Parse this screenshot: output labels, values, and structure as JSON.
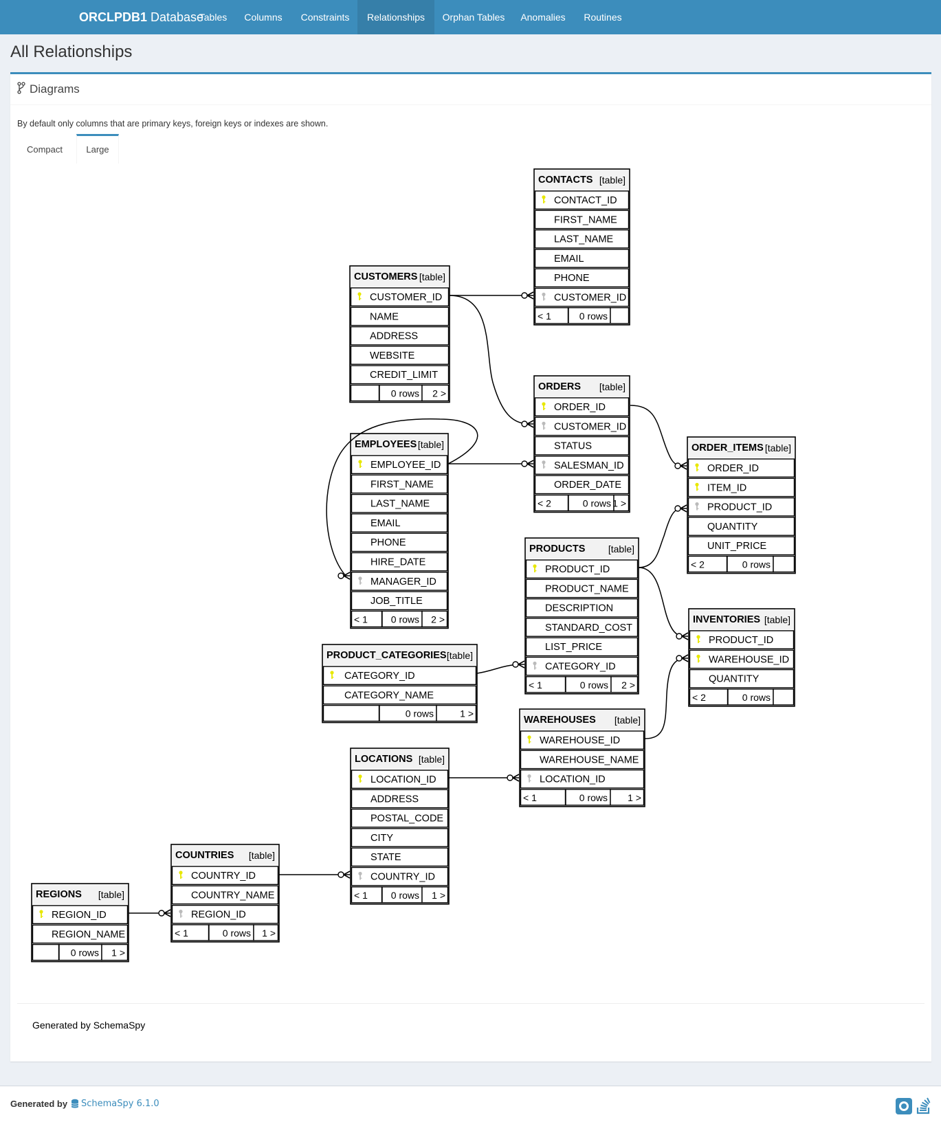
{
  "navbar": {
    "brand_bold": "ORCLPDB1",
    "brand_rest": " Database",
    "items": [
      {
        "label": "Tables"
      },
      {
        "label": "Columns"
      },
      {
        "label": "Constraints"
      },
      {
        "label": "Relationships",
        "active": true
      },
      {
        "label": "Orphan Tables"
      },
      {
        "label": "Anomalies"
      },
      {
        "label": "Routines"
      }
    ]
  },
  "page": {
    "title": "All Relationships"
  },
  "box": {
    "title": "Diagrams",
    "note": "By default only columns that are primary keys, foreign keys or indexes are shown.",
    "tabs": [
      {
        "label": "Compact"
      },
      {
        "label": "Large",
        "active": true
      }
    ]
  },
  "diagram": {
    "table_tag": "[table]",
    "generated_by": "Generated by SchemaSpy",
    "tables": [
      {
        "name": "CONTACTS",
        "columns": [
          {
            "name": "CONTACT_ID",
            "key": "pk"
          },
          {
            "name": "FIRST_NAME"
          },
          {
            "name": "LAST_NAME"
          },
          {
            "name": "EMAIL"
          },
          {
            "name": "PHONE"
          },
          {
            "name": "CUSTOMER_ID",
            "key": "fk"
          }
        ],
        "footer": [
          "< 1",
          "0 rows",
          ""
        ]
      },
      {
        "name": "CUSTOMERS",
        "columns": [
          {
            "name": "CUSTOMER_ID",
            "key": "pk"
          },
          {
            "name": "NAME"
          },
          {
            "name": "ADDRESS"
          },
          {
            "name": "WEBSITE"
          },
          {
            "name": "CREDIT_LIMIT"
          }
        ],
        "footer": [
          "",
          "0 rows",
          "2 >"
        ]
      },
      {
        "name": "ORDERS",
        "columns": [
          {
            "name": "ORDER_ID",
            "key": "pk"
          },
          {
            "name": "CUSTOMER_ID",
            "key": "fk"
          },
          {
            "name": "STATUS"
          },
          {
            "name": "SALESMAN_ID",
            "key": "fk"
          },
          {
            "name": "ORDER_DATE"
          }
        ],
        "footer": [
          "< 2",
          "0 rows",
          "1 >"
        ]
      },
      {
        "name": "EMPLOYEES",
        "columns": [
          {
            "name": "EMPLOYEE_ID",
            "key": "pk"
          },
          {
            "name": "FIRST_NAME"
          },
          {
            "name": "LAST_NAME"
          },
          {
            "name": "EMAIL"
          },
          {
            "name": "PHONE"
          },
          {
            "name": "HIRE_DATE"
          },
          {
            "name": "MANAGER_ID",
            "key": "fk"
          },
          {
            "name": "JOB_TITLE"
          }
        ],
        "footer": [
          "< 1",
          "0 rows",
          "2 >"
        ]
      },
      {
        "name": "ORDER_ITEMS",
        "columns": [
          {
            "name": "ORDER_ID",
            "key": "pk"
          },
          {
            "name": "ITEM_ID",
            "key": "pk"
          },
          {
            "name": "PRODUCT_ID",
            "key": "fk"
          },
          {
            "name": "QUANTITY"
          },
          {
            "name": "UNIT_PRICE"
          }
        ],
        "footer": [
          "< 2",
          "0 rows",
          ""
        ]
      },
      {
        "name": "PRODUCTS",
        "columns": [
          {
            "name": "PRODUCT_ID",
            "key": "pk"
          },
          {
            "name": "PRODUCT_NAME"
          },
          {
            "name": "DESCRIPTION"
          },
          {
            "name": "STANDARD_COST"
          },
          {
            "name": "LIST_PRICE"
          },
          {
            "name": "CATEGORY_ID",
            "key": "fk"
          }
        ],
        "footer": [
          "< 1",
          "0 rows",
          "2 >"
        ]
      },
      {
        "name": "INVENTORIES",
        "columns": [
          {
            "name": "PRODUCT_ID",
            "key": "pk"
          },
          {
            "name": "WAREHOUSE_ID",
            "key": "pk"
          },
          {
            "name": "QUANTITY"
          }
        ],
        "footer": [
          "< 2",
          "0 rows",
          ""
        ]
      },
      {
        "name": "PRODUCT_CATEGORIES",
        "columns": [
          {
            "name": "CATEGORY_ID",
            "key": "pk"
          },
          {
            "name": "CATEGORY_NAME"
          }
        ],
        "footer": [
          "",
          "0 rows",
          "1 >"
        ]
      },
      {
        "name": "WAREHOUSES",
        "columns": [
          {
            "name": "WAREHOUSE_ID",
            "key": "pk"
          },
          {
            "name": "WAREHOUSE_NAME"
          },
          {
            "name": "LOCATION_ID",
            "key": "fk"
          }
        ],
        "footer": [
          "< 1",
          "0 rows",
          "1 >"
        ]
      },
      {
        "name": "LOCATIONS",
        "columns": [
          {
            "name": "LOCATION_ID",
            "key": "pk"
          },
          {
            "name": "ADDRESS"
          },
          {
            "name": "POSTAL_CODE"
          },
          {
            "name": "CITY"
          },
          {
            "name": "STATE"
          },
          {
            "name": "COUNTRY_ID",
            "key": "fk"
          }
        ],
        "footer": [
          "< 1",
          "0 rows",
          "1 >"
        ]
      },
      {
        "name": "COUNTRIES",
        "columns": [
          {
            "name": "COUNTRY_ID",
            "key": "pk"
          },
          {
            "name": "COUNTRY_NAME"
          },
          {
            "name": "REGION_ID",
            "key": "fk"
          }
        ],
        "footer": [
          "< 1",
          "0 rows",
          "1 >"
        ]
      },
      {
        "name": "REGIONS",
        "columns": [
          {
            "name": "REGION_ID",
            "key": "pk"
          },
          {
            "name": "REGION_NAME"
          }
        ],
        "footer": [
          "",
          "0 rows",
          "1 >"
        ]
      }
    ],
    "relationships": [
      {
        "from": "CUSTOMERS.CUSTOMER_ID",
        "to": "CONTACTS.CUSTOMER_ID"
      },
      {
        "from": "CUSTOMERS.CUSTOMER_ID",
        "to": "ORDERS.CUSTOMER_ID"
      },
      {
        "from": "EMPLOYEES.EMPLOYEE_ID",
        "to": "ORDERS.SALESMAN_ID"
      },
      {
        "from": "EMPLOYEES.EMPLOYEE_ID",
        "to": "EMPLOYEES.MANAGER_ID"
      },
      {
        "from": "ORDERS.ORDER_ID",
        "to": "ORDER_ITEMS.ORDER_ID"
      },
      {
        "from": "PRODUCTS.PRODUCT_ID",
        "to": "ORDER_ITEMS.PRODUCT_ID"
      },
      {
        "from": "PRODUCTS.PRODUCT_ID",
        "to": "INVENTORIES.PRODUCT_ID"
      },
      {
        "from": "PRODUCT_CATEGORIES.CATEGORY_ID",
        "to": "PRODUCTS.CATEGORY_ID"
      },
      {
        "from": "WAREHOUSES.WAREHOUSE_ID",
        "to": "INVENTORIES.WAREHOUSE_ID"
      },
      {
        "from": "LOCATIONS.LOCATION_ID",
        "to": "WAREHOUSES.LOCATION_ID"
      },
      {
        "from": "COUNTRIES.COUNTRY_ID",
        "to": "LOCATIONS.COUNTRY_ID"
      },
      {
        "from": "REGIONS.REGION_ID",
        "to": "COUNTRIES.REGION_ID"
      }
    ]
  },
  "footer": {
    "generated_by": "Generated by",
    "logo_text": "SchemaSpy 6.1.0"
  },
  "colors": {
    "navbar": "#3c8dbc",
    "navbar_active": "#367fa9",
    "pk_key": "#e8e800",
    "fk_key": "#bbbbbb"
  }
}
